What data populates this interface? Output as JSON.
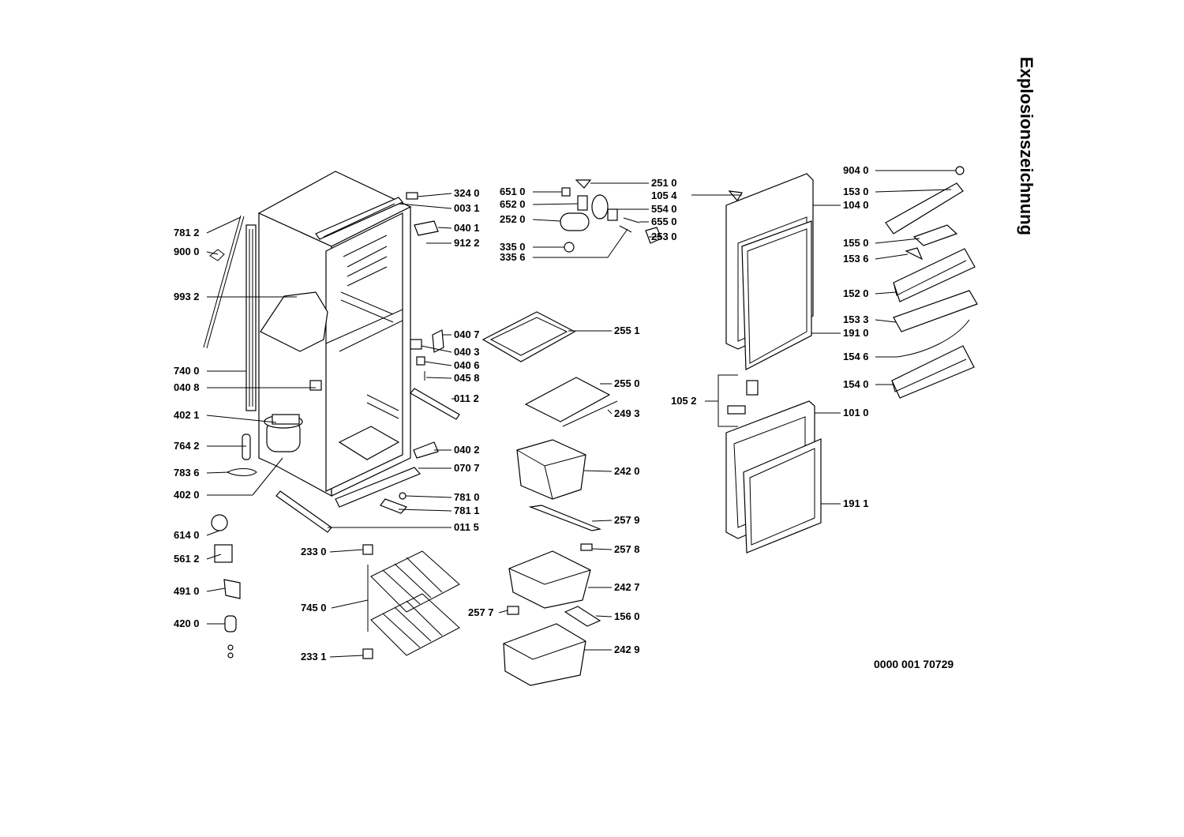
{
  "title": "Explosionszeichnung",
  "drawing_number": "0000 001 70729",
  "callouts": [
    {
      "id": "c3240",
      "label": "324 0"
    },
    {
      "id": "c0031",
      "label": "003 1"
    },
    {
      "id": "c0401",
      "label": "040 1"
    },
    {
      "id": "c9122",
      "label": "912 2"
    },
    {
      "id": "c7812",
      "label": "781 2"
    },
    {
      "id": "c9000",
      "label": "900 0"
    },
    {
      "id": "c9932",
      "label": "993 2"
    },
    {
      "id": "c7400",
      "label": "740 0"
    },
    {
      "id": "c0408",
      "label": "040 8"
    },
    {
      "id": "c4021",
      "label": "402 1"
    },
    {
      "id": "c7642",
      "label": "764 2"
    },
    {
      "id": "c7836",
      "label": "783 6"
    },
    {
      "id": "c4020",
      "label": "402 0"
    },
    {
      "id": "c6140",
      "label": "614 0"
    },
    {
      "id": "c5612",
      "label": "561 2"
    },
    {
      "id": "c4910",
      "label": "491 0"
    },
    {
      "id": "c4200",
      "label": "420 0"
    },
    {
      "id": "c0407",
      "label": "040 7"
    },
    {
      "id": "c0403",
      "label": "040 3"
    },
    {
      "id": "c0406",
      "label": "040 6"
    },
    {
      "id": "c0458",
      "label": "045 8"
    },
    {
      "id": "c0112",
      "label": "011 2"
    },
    {
      "id": "c0402",
      "label": "040 2"
    },
    {
      "id": "c0707",
      "label": "070 7"
    },
    {
      "id": "c7810",
      "label": "781 0"
    },
    {
      "id": "c7811",
      "label": "781 1"
    },
    {
      "id": "c0115",
      "label": "011 5"
    },
    {
      "id": "c2330",
      "label": "233 0"
    },
    {
      "id": "c7450",
      "label": "745 0"
    },
    {
      "id": "c2331",
      "label": "233 1"
    },
    {
      "id": "c6510",
      "label": "651 0"
    },
    {
      "id": "c6520",
      "label": "652 0"
    },
    {
      "id": "c2520",
      "label": "252 0"
    },
    {
      "id": "c3350",
      "label": "335 0"
    },
    {
      "id": "c3356",
      "label": "335 6"
    },
    {
      "id": "c2510",
      "label": "251 0"
    },
    {
      "id": "c1054",
      "label": "105 4"
    },
    {
      "id": "c5540",
      "label": "554 0"
    },
    {
      "id": "c6550",
      "label": "655 0"
    },
    {
      "id": "c2530",
      "label": "253 0"
    },
    {
      "id": "c2551",
      "label": "255 1"
    },
    {
      "id": "c2550",
      "label": "255 0"
    },
    {
      "id": "c2493",
      "label": "249 3"
    },
    {
      "id": "c2420",
      "label": "242 0"
    },
    {
      "id": "c2579",
      "label": "257 9"
    },
    {
      "id": "c2578",
      "label": "257 8"
    },
    {
      "id": "c2427",
      "label": "242 7"
    },
    {
      "id": "c2577",
      "label": "257 7"
    },
    {
      "id": "c1560",
      "label": "156 0"
    },
    {
      "id": "c2429",
      "label": "242 9"
    },
    {
      "id": "c1040",
      "label": "104 0"
    },
    {
      "id": "c1910",
      "label": "191 0"
    },
    {
      "id": "c1052",
      "label": "105 2"
    },
    {
      "id": "c1010",
      "label": "101 0"
    },
    {
      "id": "c1911",
      "label": "191 1"
    },
    {
      "id": "c9040",
      "label": "904 0"
    },
    {
      "id": "c1530",
      "label": "153 0"
    },
    {
      "id": "c1550",
      "label": "155 0"
    },
    {
      "id": "c1536",
      "label": "153 6"
    },
    {
      "id": "c1520",
      "label": "152 0"
    },
    {
      "id": "c1533",
      "label": "153 3"
    },
    {
      "id": "c1546",
      "label": "154 6"
    },
    {
      "id": "c1540",
      "label": "154 0"
    }
  ]
}
